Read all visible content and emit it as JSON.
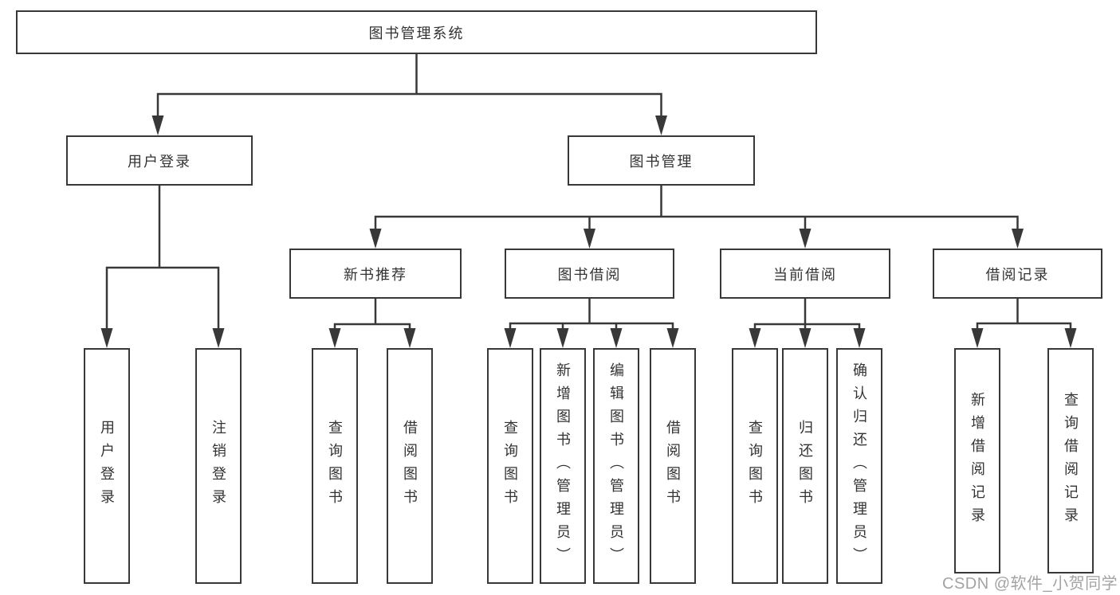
{
  "diagram": {
    "root": {
      "label": "图书管理系统"
    },
    "branches": [
      {
        "label": "用户登录",
        "children": [
          {
            "label": "用户登录"
          },
          {
            "label": "注销登录"
          }
        ]
      },
      {
        "label": "图书管理",
        "children": [
          {
            "label": "新书推荐",
            "children": [
              {
                "label": "查询图书"
              },
              {
                "label": "借阅图书"
              }
            ]
          },
          {
            "label": "图书借阅",
            "children": [
              {
                "label": "查询图书"
              },
              {
                "label": "新增图书（管理员）"
              },
              {
                "label": "编辑图书（管理员）"
              },
              {
                "label": "借阅图书"
              }
            ]
          },
          {
            "label": "当前借阅",
            "children": [
              {
                "label": "查询图书"
              },
              {
                "label": "归还图书"
              },
              {
                "label": "确认归还（管理员）"
              }
            ]
          },
          {
            "label": "借阅记录",
            "children": [
              {
                "label": "新增借阅记录"
              },
              {
                "label": "查询借阅记录"
              }
            ]
          }
        ]
      }
    ]
  },
  "watermark": {
    "text": "CSDN @软件_小贺同学",
    "color": "#9e9e9e"
  },
  "colors": {
    "line": "#383838",
    "box_border": "#383838",
    "text": "#333333",
    "background": "#ffffff"
  }
}
